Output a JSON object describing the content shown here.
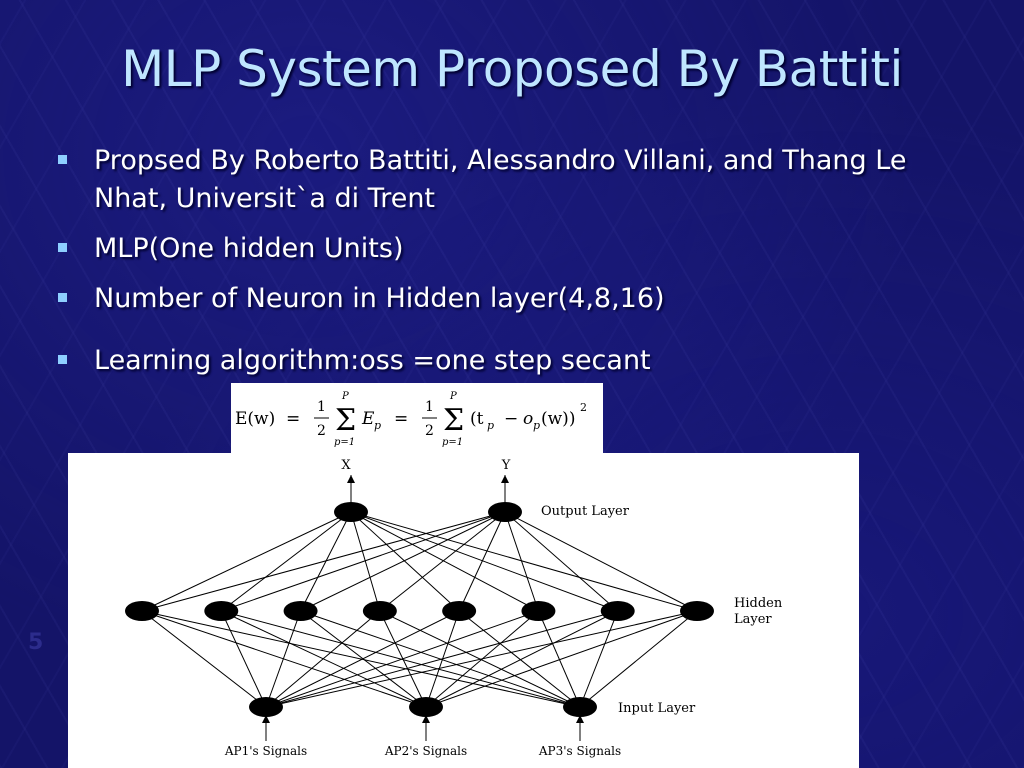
{
  "slide": {
    "title": "MLP System Proposed By Battiti",
    "number": "5",
    "bullets": [
      "Propsed By Roberto Battiti, Alessandro Villani, and Thang Le Nhat, Universit`a di Trent",
      "MLP(One hidden Units)",
      "Number of Neuron in Hidden layer(4,8,16)",
      "Learning algorithm:oss =one step secant"
    ]
  },
  "equation": {
    "lhs": "E(w)",
    "eq1": "=",
    "frac_num": "1",
    "frac_den": "2",
    "sum_top": "P",
    "sum_bottom": "p=1",
    "term1": "E",
    "term1_sub": "p",
    "eq2": "=",
    "term2_open": "(t",
    "term2_sub_t": "p",
    "minus": "−",
    "term2_o": "o",
    "term2_sub_o": "p",
    "term2_close": "(w))",
    "power": "2"
  },
  "network": {
    "outputs": [
      "X",
      "Y"
    ],
    "output_layer_label": "Output Layer",
    "hidden_layer_label_line1": "Hidden",
    "hidden_layer_label_line2": "Layer",
    "input_layer_label": "Input Layer",
    "input_signals": [
      "AP1's Signals",
      "AP2's Signals",
      "AP3's Signals"
    ],
    "hidden_count": 8
  },
  "colors": {
    "background": "#141468",
    "title": "#bfe6ff",
    "text": "#ffffff",
    "bullet": "#8ecfff"
  }
}
